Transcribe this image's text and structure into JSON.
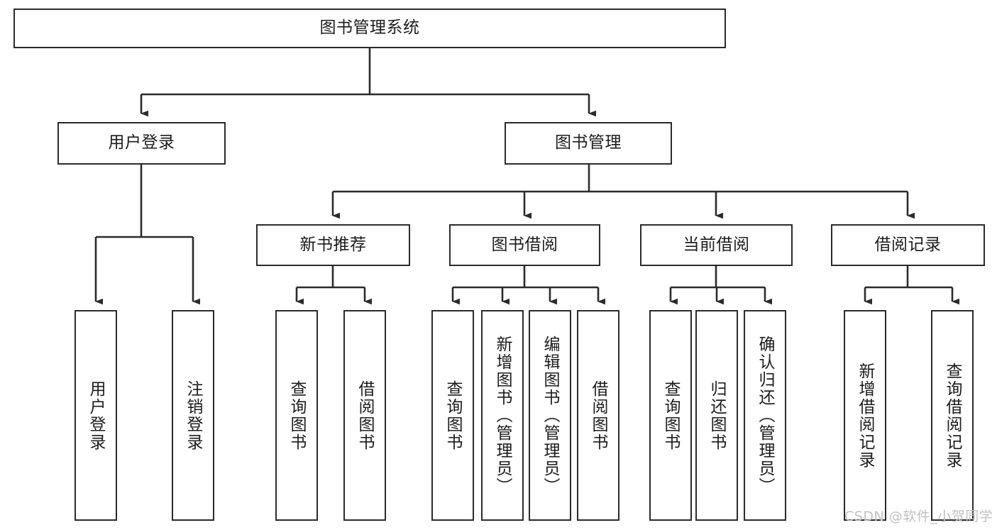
{
  "diagram": {
    "title": "图书管理系统",
    "type": "tree",
    "background_color": "#ffffff",
    "line_color": "#2b2b2b",
    "text_color": "#1c1c1c",
    "levels": 4
  },
  "nodes": {
    "root": {
      "label": "图书管理系统",
      "orientation": "horizontal"
    },
    "level2": [
      {
        "id": "user-login",
        "label": "用户登录",
        "orientation": "horizontal"
      },
      {
        "id": "book-manage",
        "label": "图书管理",
        "orientation": "horizontal"
      }
    ],
    "level3": [
      {
        "id": "new-book-recommend",
        "label": "新书推荐",
        "orientation": "horizontal",
        "parent": "book-manage"
      },
      {
        "id": "book-borrow",
        "label": "图书借阅",
        "orientation": "horizontal",
        "parent": "book-manage"
      },
      {
        "id": "current-borrow",
        "label": "当前借阅",
        "orientation": "horizontal",
        "parent": "book-manage"
      },
      {
        "id": "borrow-record",
        "label": "借阅记录",
        "orientation": "horizontal",
        "parent": "book-manage"
      }
    ],
    "leaves": [
      {
        "id": "leaf-user-login",
        "label": "用户登录",
        "orientation": "vertical",
        "parent": "user-login"
      },
      {
        "id": "leaf-user-logout",
        "label": "注销登录",
        "orientation": "vertical",
        "parent": "user-login"
      },
      {
        "id": "leaf-query-book-1",
        "label": "查询图书",
        "orientation": "vertical",
        "parent": "new-book-recommend"
      },
      {
        "id": "leaf-borrow-book-1",
        "label": "借阅图书",
        "orientation": "vertical",
        "parent": "new-book-recommend"
      },
      {
        "id": "leaf-query-book-2",
        "label": "查询图书",
        "orientation": "vertical",
        "parent": "book-borrow"
      },
      {
        "id": "leaf-add-book",
        "label": "新增图书（管理员）",
        "orientation": "vertical",
        "parent": "book-borrow"
      },
      {
        "id": "leaf-edit-book",
        "label": "编辑图书（管理员）",
        "orientation": "vertical",
        "parent": "book-borrow"
      },
      {
        "id": "leaf-borrow-book-2",
        "label": "借阅图书",
        "orientation": "vertical",
        "parent": "book-borrow"
      },
      {
        "id": "leaf-query-book-3",
        "label": "查询图书",
        "orientation": "vertical",
        "parent": "current-borrow"
      },
      {
        "id": "leaf-return-book",
        "label": "归还图书",
        "orientation": "vertical",
        "parent": "current-borrow"
      },
      {
        "id": "leaf-confirm-return",
        "label": "确认归还（管理员）",
        "orientation": "vertical",
        "parent": "current-borrow"
      },
      {
        "id": "leaf-add-record",
        "label": "新增借阅记录",
        "orientation": "vertical",
        "parent": "borrow-record"
      },
      {
        "id": "leaf-query-record",
        "label": "查询借阅记录",
        "orientation": "vertical",
        "parent": "borrow-record"
      }
    ]
  },
  "watermark": {
    "text": "CSDN @软件_小贺同学",
    "color": "#c2c2c2"
  }
}
